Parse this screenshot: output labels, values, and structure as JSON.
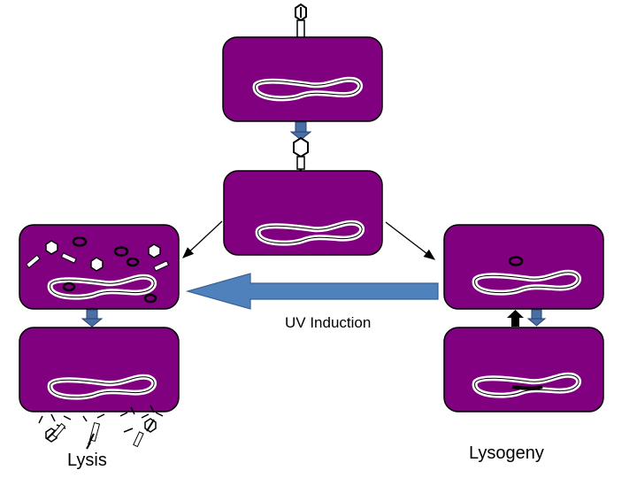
{
  "labels": {
    "uv_induction": "UV Induction",
    "lysis": "Lysis",
    "lysogeny": "Lysogeny"
  },
  "colors": {
    "cell_fill": "#800080",
    "cell_stroke": "#000000",
    "uv_arrow": "#4f81bd",
    "small_arrow": "#4a6fa5"
  },
  "icons": [
    "phage-icon",
    "bacterial-cell",
    "bacterial-chromosome",
    "plasmid-ring",
    "phage-capsid-hexagon",
    "phage-tail-rod"
  ]
}
